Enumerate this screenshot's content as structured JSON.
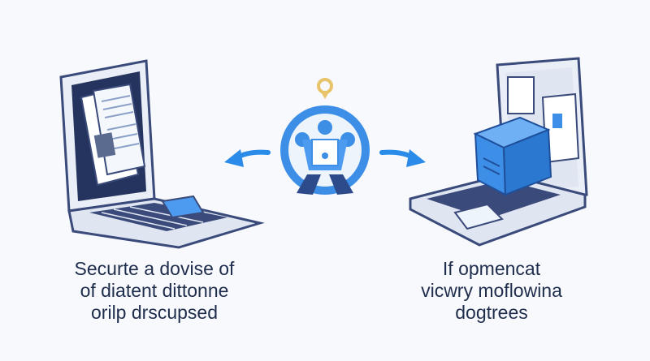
{
  "captions": {
    "left": [
      "Securte a dovise of",
      "of diatent dittonne",
      "orilp drscupsed"
    ],
    "right": [
      "If opmencat",
      "vicwry moflowina",
      "dogtrees"
    ]
  },
  "icons": [
    "laptop-document-icon",
    "arrow-left-icon",
    "user-circle-icon",
    "location-pin-icon",
    "arrow-right-icon",
    "laptop-box-icon"
  ],
  "colors": {
    "accent": "#3d8ee6",
    "outline": "#3a4a7a",
    "pin": "#e8c36a",
    "text": "#1f2d4d"
  }
}
